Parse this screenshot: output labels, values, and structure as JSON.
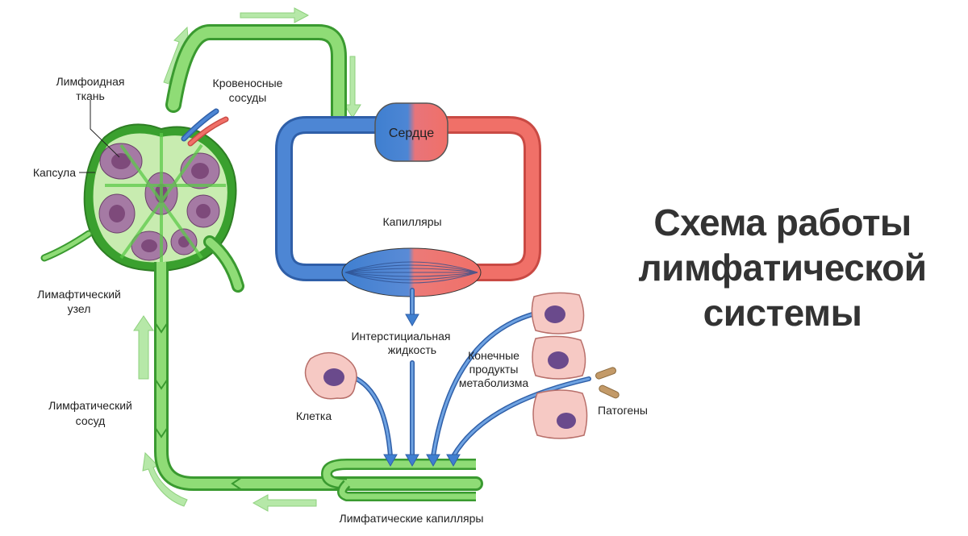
{
  "title": {
    "line1": "Схема работы",
    "line2": "лимфатической",
    "line3": "системы"
  },
  "labels": {
    "lymphoid_tissue_1": "Лимфоидная",
    "lymphoid_tissue_2": "ткань",
    "blood_vessels_1": "Кровеносные",
    "blood_vessels_2": "сосуды",
    "capsule": "Капсула",
    "node_1": "Лимафтический",
    "node_2": "узел",
    "vessel_1": "Лимфатический",
    "vessel_2": "сосуд",
    "heart": "Сердце",
    "capillaries": "Капилляры",
    "interstitial_1": "Интерстициальная",
    "interstitial_2": "жидкость",
    "metabolism_1": "Конечные",
    "metabolism_2": "продукты",
    "metabolism_3": "метаболизма",
    "cell": "Клетка",
    "pathogens": "Патогены",
    "lymph_capillaries": "Лимфатические капилляры"
  },
  "colors": {
    "lymph_green": "#5cc94a",
    "lymph_light": "#c8ecb0",
    "vein_blue": "#3f7fd0",
    "artery_red": "#f07068",
    "tissue_purple": "#8c5a8a",
    "cell_pink": "#f6c9c4",
    "arrow_green": "#a9e39c"
  }
}
